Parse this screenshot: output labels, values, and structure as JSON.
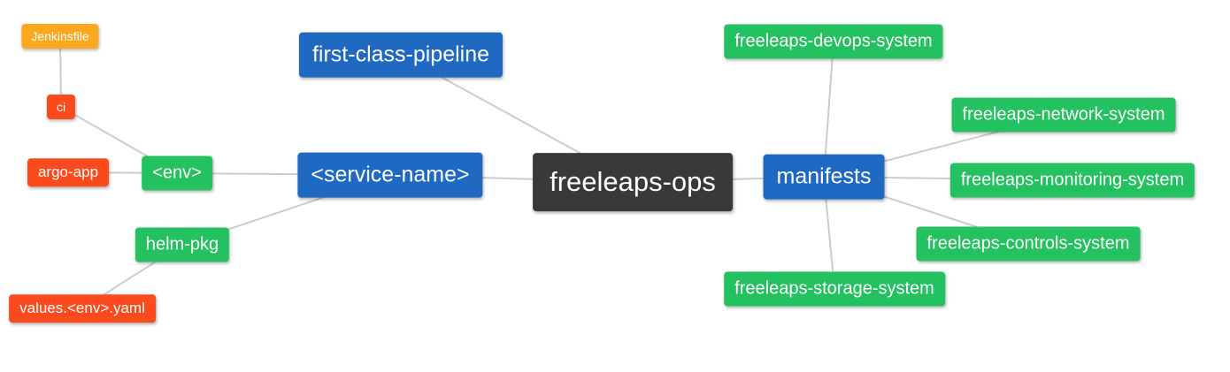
{
  "mindmap": {
    "background_color": "#ffffff",
    "edge_color": "#cccccc",
    "text_color": "#ffffff",
    "palette": {
      "blue": "#1f69c3",
      "green": "#24c160",
      "red": "#fb4a1d",
      "orange": "#fba81f",
      "dark": "#3b3838"
    },
    "nodes": {
      "jenkinsfile": {
        "label": "Jenkinsfile",
        "color": "orange"
      },
      "ci": {
        "label": "ci",
        "color": "red"
      },
      "argo_app": {
        "label": "argo-app",
        "color": "red"
      },
      "env": {
        "label": "<env>",
        "color": "green"
      },
      "helm_pkg": {
        "label": "helm-pkg",
        "color": "green"
      },
      "values_env_yaml": {
        "label": "values.<env>.yaml",
        "color": "red"
      },
      "first_class_pipeline": {
        "label": "first-class-pipeline",
        "color": "blue"
      },
      "service_name": {
        "label": "<service-name>",
        "color": "blue"
      },
      "freeleaps_ops": {
        "label": "freeleaps-ops",
        "color": "dark"
      },
      "manifests": {
        "label": "manifests",
        "color": "blue"
      },
      "devops_system": {
        "label": "freeleaps-devops-system",
        "color": "green"
      },
      "network_system": {
        "label": "freeleaps-network-system",
        "color": "green"
      },
      "monitoring_system": {
        "label": "freeleaps-monitoring-system",
        "color": "green"
      },
      "controls_system": {
        "label": "freeleaps-controls-system",
        "color": "green"
      },
      "storage_system": {
        "label": "freeleaps-storage-system",
        "color": "green"
      }
    },
    "edges": [
      [
        "jenkinsfile",
        "ci"
      ],
      [
        "ci",
        "env"
      ],
      [
        "argo_app",
        "env"
      ],
      [
        "env",
        "service_name"
      ],
      [
        "helm_pkg",
        "service_name"
      ],
      [
        "values_env_yaml",
        "helm_pkg"
      ],
      [
        "first_class_pipeline",
        "freeleaps_ops"
      ],
      [
        "service_name",
        "freeleaps_ops"
      ],
      [
        "freeleaps_ops",
        "manifests"
      ],
      [
        "manifests",
        "devops_system"
      ],
      [
        "manifests",
        "network_system"
      ],
      [
        "manifests",
        "monitoring_system"
      ],
      [
        "manifests",
        "controls_system"
      ],
      [
        "manifests",
        "storage_system"
      ]
    ]
  }
}
